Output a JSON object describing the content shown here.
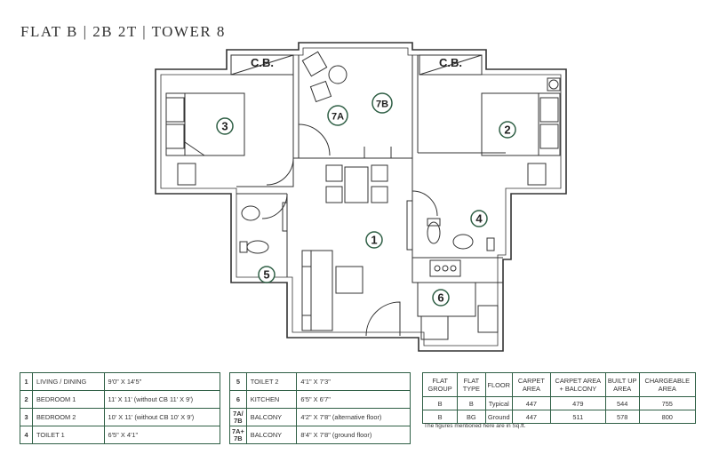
{
  "title": "FLAT B | 2B 2T | TOWER 8",
  "plan": {
    "cupboard_label": "C.B.",
    "room_markers": [
      "1",
      "2",
      "3",
      "4",
      "5",
      "6",
      "7A",
      "7B"
    ]
  },
  "rooms_left": [
    {
      "num": "1",
      "name": "LIVING / DINING",
      "size": "9'0\" X 14'5\""
    },
    {
      "num": "2",
      "name": "BEDROOM 1",
      "size": "11' X 11' (without CB 11' X 9')"
    },
    {
      "num": "3",
      "name": "BEDROOM 2",
      "size": "10' X 11' (without CB 10' X 9')"
    },
    {
      "num": "4",
      "name": "TOILET 1",
      "size": "6'5\" X 4'1\""
    }
  ],
  "rooms_right": [
    {
      "num": "5",
      "name": "TOILET 2",
      "size": "4'1\" X 7'3\""
    },
    {
      "num": "6",
      "name": "KITCHEN",
      "size": "6'5\" X 6'7\""
    },
    {
      "num": "7A/ 7B",
      "name": "BALCONY",
      "size": "4'2\" X 7'8\" (alternative floor)"
    },
    {
      "num": "7A+ 7B",
      "name": "BALCONY",
      "size": "8'4\" X 7'8\" (ground floor)"
    }
  ],
  "area_table": {
    "headers": [
      "FLAT GROUP",
      "FLAT TYPE",
      "FLOOR",
      "CARPET AREA",
      "CARPET AREA + BALCONY",
      "BUILT UP AREA",
      "CHARGEABLE AREA"
    ],
    "rows": [
      [
        "B",
        "B",
        "Typical",
        "447",
        "479",
        "544",
        "755"
      ],
      [
        "B",
        "BG",
        "Ground",
        "447",
        "511",
        "578",
        "800"
      ]
    ]
  },
  "note": "The figures mentioned here are in Sq.ft.",
  "colors": {
    "accent": "#2f5f45",
    "lines": "#333333"
  }
}
